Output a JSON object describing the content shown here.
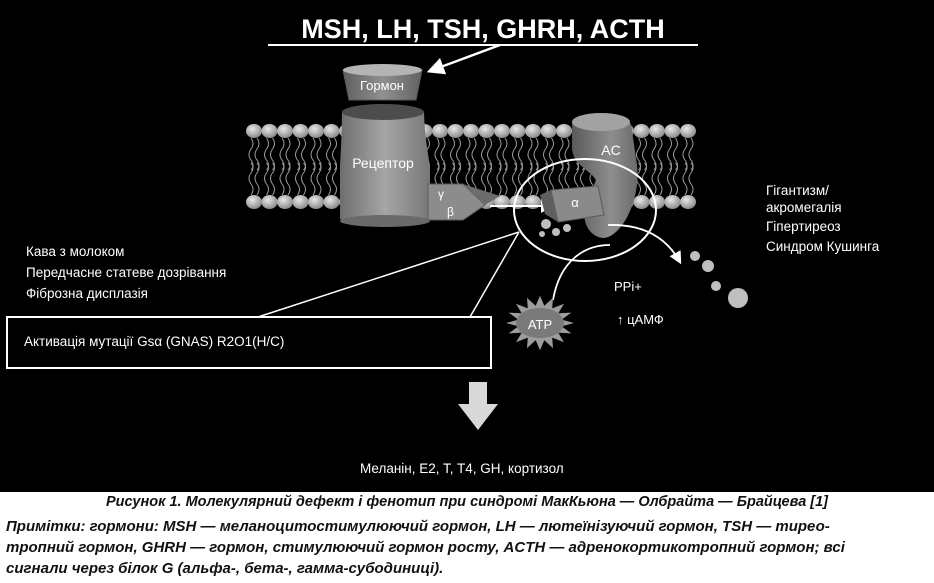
{
  "figure": {
    "title": "MSH, LH, TSH, GHRH, ACTH",
    "hormone_label": "Гормон",
    "receptor_label": "Рецептор",
    "ac_label": "AC",
    "gamma_label": "γ",
    "beta_label": "β",
    "alpha_label": "α",
    "atp_label": "ATP",
    "ppi_label": "PPi+",
    "camp_label": "↑ цАМФ",
    "phenotypes_left": [
      "Кава з молоком",
      "Передчасне статеве дозрівання",
      "Фіброзна дисплазія"
    ],
    "phenotypes_right": [
      "Гігантизм/",
      "акромегалія",
      "Гіпертиреоз",
      "Синдром Кушинга"
    ],
    "mutation_label": "Активація мутації Gsα (GNAS) R2O1(H/C)",
    "products_label": "Меланін, E2, T, T4, GH, кортизол"
  },
  "caption": "Рисунок 1.  Молекулярний дефект і фенотип при синдромі МакКьюна — Олбрайта — Брайцева [1]",
  "notes": [
    "Примітки:  гормони: MSH — меланоцитостимулюючий гормон, LH — лютеїнізуючий гормон, TSH — тирео-",
    "тропний гормон, GHRH — гормон, стимулюючий гормон росту, ACTH — адренокортикотропний гормон; всі",
    "сигнали через білок G (альфа-, бета-, гамма-субодиниці)."
  ],
  "colors": {
    "background": "#000000",
    "protein_grey": "#8a8a8a",
    "lipid_head": "#bdbdbd",
    "text_light": "#ffffff",
    "caption_text": "#111111"
  }
}
